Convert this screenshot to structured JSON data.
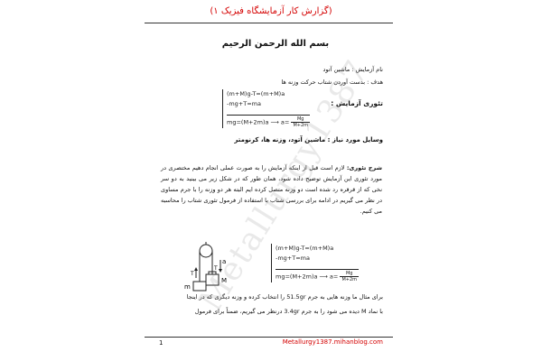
{
  "header": {
    "title": "(گزارش کار آزمایشگاه فیزیک ۱)",
    "basmala": "بسم الله الرحمن الرحیم"
  },
  "meta": {
    "experiment_name": "نام آزمایش : ماشین آتود",
    "goal": "هدف : بدست آوردن شتاب حرکت وزنه ها",
    "theory_label": "تئوری آزمایش :",
    "equipment": "وسایل مورد نیاز : ماشین آتود، وزنه ها، کرنومتر"
  },
  "formula_top": {
    "line1": "(m+M)g-T=(m+M)a",
    "line2": "-mg+T=ma",
    "final_lhs": "mg=(M+2m)a ⟶ a=",
    "frac_num": "Mg",
    "frac_den": "M+2m"
  },
  "description": {
    "label": "شرح تئوری:",
    "text": "لازم است قبل از اینکه آزمایش را به صورت عملی انجام دهیم مختصری در مورد تئوری این آزمایش توضیح داده شود، همان طور که در شکل زیر می بینید به دو سر نخی که از قرقره رد شده است دو وزنه متصل کرده ایم البته هر دو وزنه را با جرم مساوی در نظر می گیریم در ادامه برای بررسی شتاب با استفاده از فرمول تئوری شتاب را محاسبه می کنیم."
  },
  "formula_bottom": {
    "line1": "(m+M)g-T=(m+M)a",
    "line2": "-mg+T=ma",
    "final_lhs": "mg=(M+2m)a ⟶ a=",
    "frac_num": "Mg",
    "frac_den": "M+2m"
  },
  "diagram": {
    "label_a": "a",
    "label_T_left": "T",
    "label_T_right": "T",
    "label_m": "m",
    "label_M": "M"
  },
  "example": {
    "line1": "برای مثال ما وزنه هایی به جرم 51.5gr را انتخاب کرده و وزنه دیگری که در اینجا",
    "line2": "با نماد M دیده می شود را به جرم 3.4gr درنظر می گیریم، ضمناً برای فرمول"
  },
  "watermark": "Metallurgy1387",
  "footer": {
    "page_number": "1",
    "link": "Metallurgy1387.mihanblog.com"
  }
}
